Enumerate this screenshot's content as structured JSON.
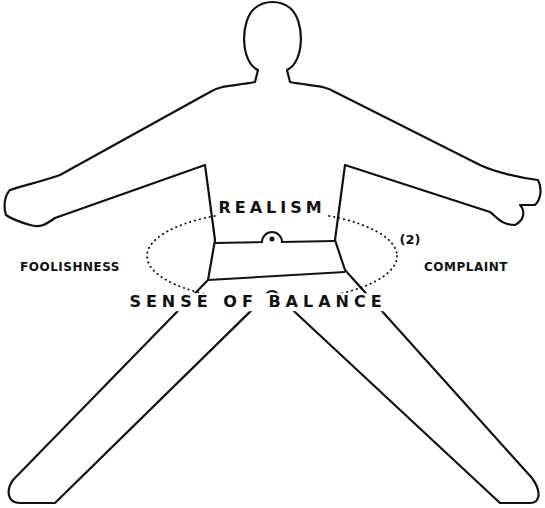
{
  "diagram": {
    "labels": [
      "REALISM",
      "(2)",
      "FOOLISHNESS",
      "COMPLAINT",
      "SENSE OF BALANCE"
    ]
  }
}
